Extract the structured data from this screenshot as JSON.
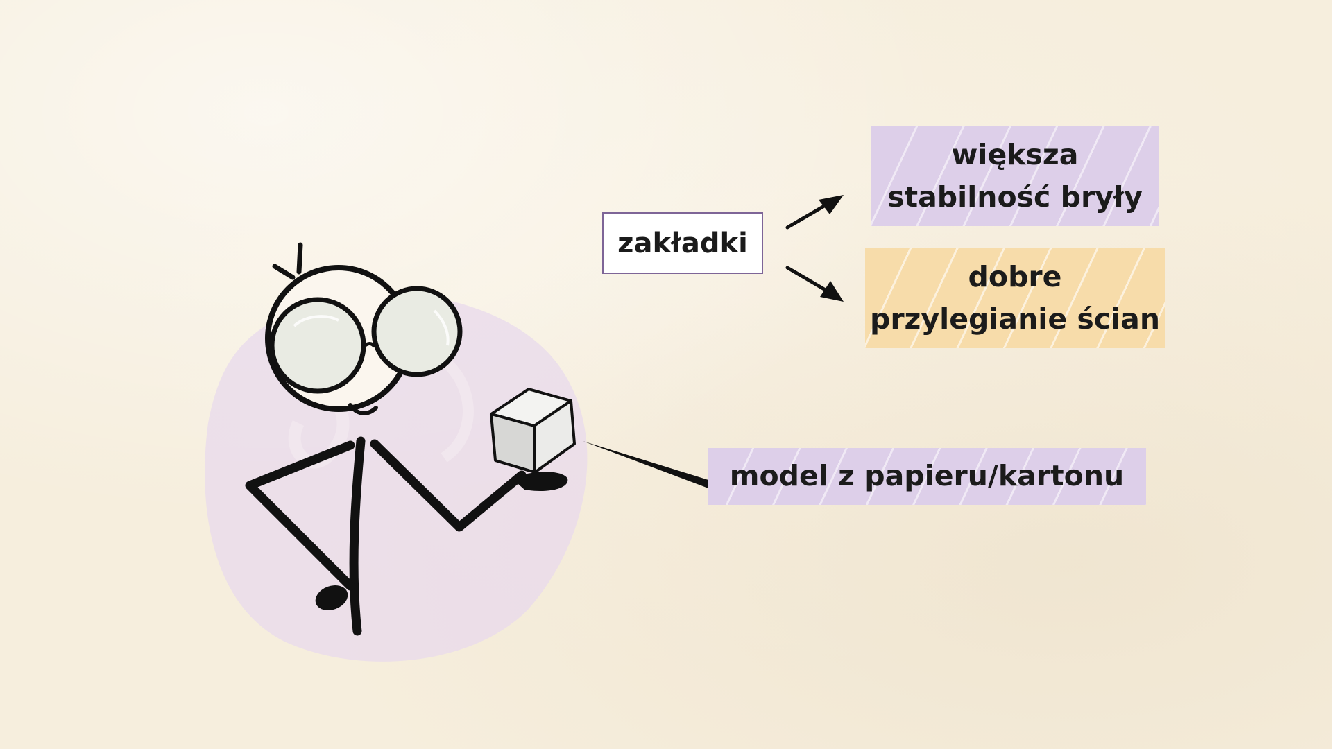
{
  "diagram": {
    "source_label": "zakładki",
    "effects": [
      {
        "text": "większa\nstabilność bryły",
        "color": "#ddcfe9"
      },
      {
        "text": "dobre\nprzylegianie ścian",
        "color": "#f7dcaa"
      }
    ],
    "object_label": "model z papieru/kartonu",
    "object_label_color": "#ddcfe9",
    "character_icon": "person-with-glasses-holding-cube"
  }
}
